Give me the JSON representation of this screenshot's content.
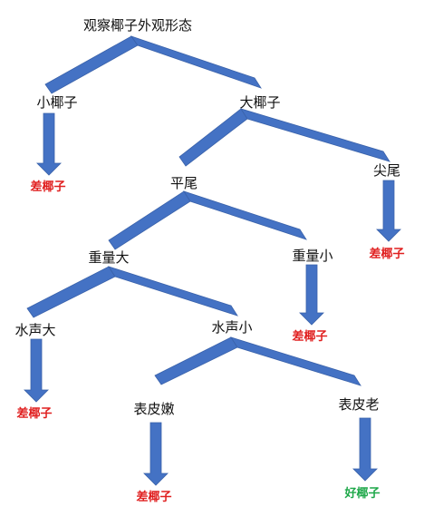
{
  "diagram": {
    "colors": {
      "branch": "#4472c4",
      "branch_edge": "#3a62aa",
      "bad": "#e02020",
      "good": "#1fa84a",
      "text": "#111111"
    },
    "nodes": {
      "root": "观察椰子外观形态",
      "small": "小椰子",
      "large": "大椰子",
      "flat": "平尾",
      "pointed": "尖尾",
      "heavy": "重量大",
      "light": "重量小",
      "loud": "水声大",
      "quiet": "水声小",
      "tender": "表皮嫩",
      "oldskin": "表皮老"
    },
    "leaves": {
      "small": "差椰子",
      "pointed": "差椰子",
      "light": "差椰子",
      "loud": "差椰子",
      "tender": "差椰子",
      "oldskin": "好椰子"
    }
  }
}
